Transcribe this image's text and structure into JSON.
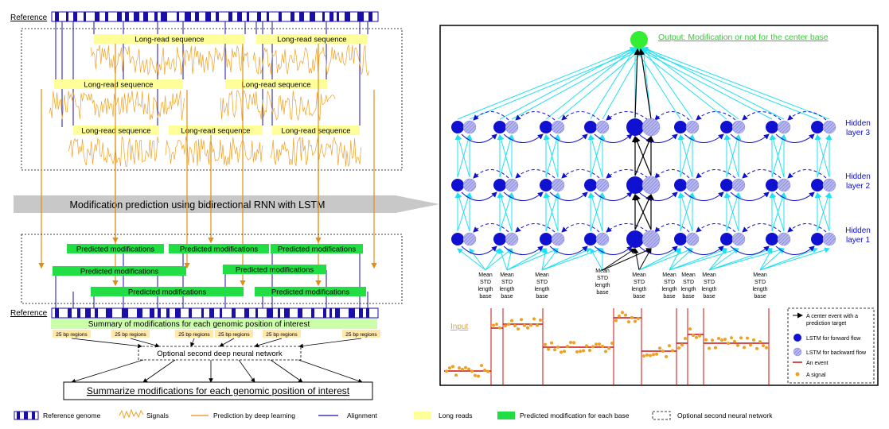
{
  "left": {
    "reference_label_top": "Reference",
    "reference_label_bottom": "Reference",
    "long_read_label": "Long-read sequence",
    "banner_text": "Modification prediction using bidirectional RNN with LSTM",
    "predicted_label": "Predicted modifications",
    "summary_text": "Summary of modifications for each genomic position of interest",
    "region_label": "25 bp regions",
    "optional_network_text": "Optional second deep neural network",
    "final_text": "Summarize modifications for each genomic position of interest"
  },
  "right": {
    "output_label": "Output: Modification or not for the center base",
    "hidden_layers": [
      {
        "line1": "Hidden",
        "line2": "layer 3"
      },
      {
        "line1": "Hidden",
        "line2": "layer 2"
      },
      {
        "line1": "Hidden",
        "line2": "layer 1"
      }
    ],
    "feature_lines": [
      "Mean",
      "STD",
      "length",
      "base"
    ],
    "input_label": "Input",
    "legend": {
      "center_event": [
        "A center event with a",
        "prediction target"
      ],
      "forward": "LSTM for forward flow",
      "backward": "LSTM for backward flow",
      "event": "An event",
      "signal": "A signal"
    }
  },
  "bottom_legend": {
    "reference_genome": "Reference genome",
    "signals": "Signals",
    "prediction": "Prediction by deep learning",
    "alignment": "Alignment",
    "long_reads": "Long reads",
    "predicted_each": "Predicted modification for each base",
    "optional_second": "Optional second neural network"
  },
  "colors": {
    "reference_blue": "#1a0fa8",
    "signal_orange": "#f0a020",
    "long_read_yellow": "#ffff99",
    "predicted_green": "#22dd44",
    "cyan_arrow": "#22e0f0",
    "lstm_forward": "#1010d0",
    "lstm_backward": "#9a9ae6",
    "output_green": "#33ee33",
    "event_red": "#cc1111",
    "banner_gray": "#c8c8c8",
    "summary_green": "#ccffaa",
    "region_tan": "#ffe8a8"
  }
}
